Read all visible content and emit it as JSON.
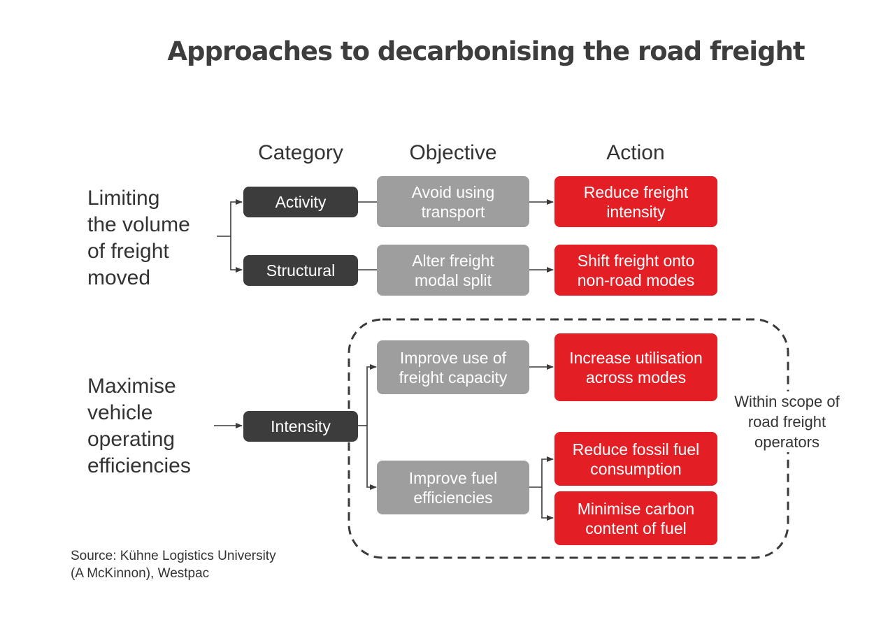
{
  "title": "Approaches to decarbonising the road freight",
  "columns": {
    "category": "Category",
    "objective": "Objective",
    "action": "Action"
  },
  "groups": [
    {
      "label": "Limiting the volume of freight moved",
      "lines": [
        "Limiting",
        "the volume",
        "of freight",
        "moved"
      ]
    },
    {
      "label": "Maximise vehicle operating efficiencies",
      "lines": [
        "Maximise",
        "vehicle",
        "operating",
        "efficiencies"
      ]
    }
  ],
  "categories": {
    "activity": "Activity",
    "structural": "Structural",
    "intensity": "Intensity"
  },
  "objectives": {
    "avoid_transport": "Avoid using transport",
    "alter_modal_split": "Alter freight modal split",
    "improve_capacity": "Improve use of freight capacity",
    "improve_fuel": "Improve fuel efficiencies"
  },
  "actions": {
    "reduce_intensity": "Reduce freight intensity",
    "shift_freight": "Shift freight onto non-road modes",
    "increase_utilisation": "Increase utilisation across modes",
    "reduce_fossil": "Reduce fossil fuel consumption",
    "minimise_carbon": "Minimise carbon content of fuel"
  },
  "scope_label": "Within scope of road freight operators",
  "source": {
    "line1": "Source: Kühne Logistics University",
    "line2": "(A McKinnon), Westpac"
  },
  "colors": {
    "category_box": "#3c3c3c",
    "objective_box": "#9e9e9e",
    "action_box": "#e31e25",
    "text_dark": "#333333"
  }
}
